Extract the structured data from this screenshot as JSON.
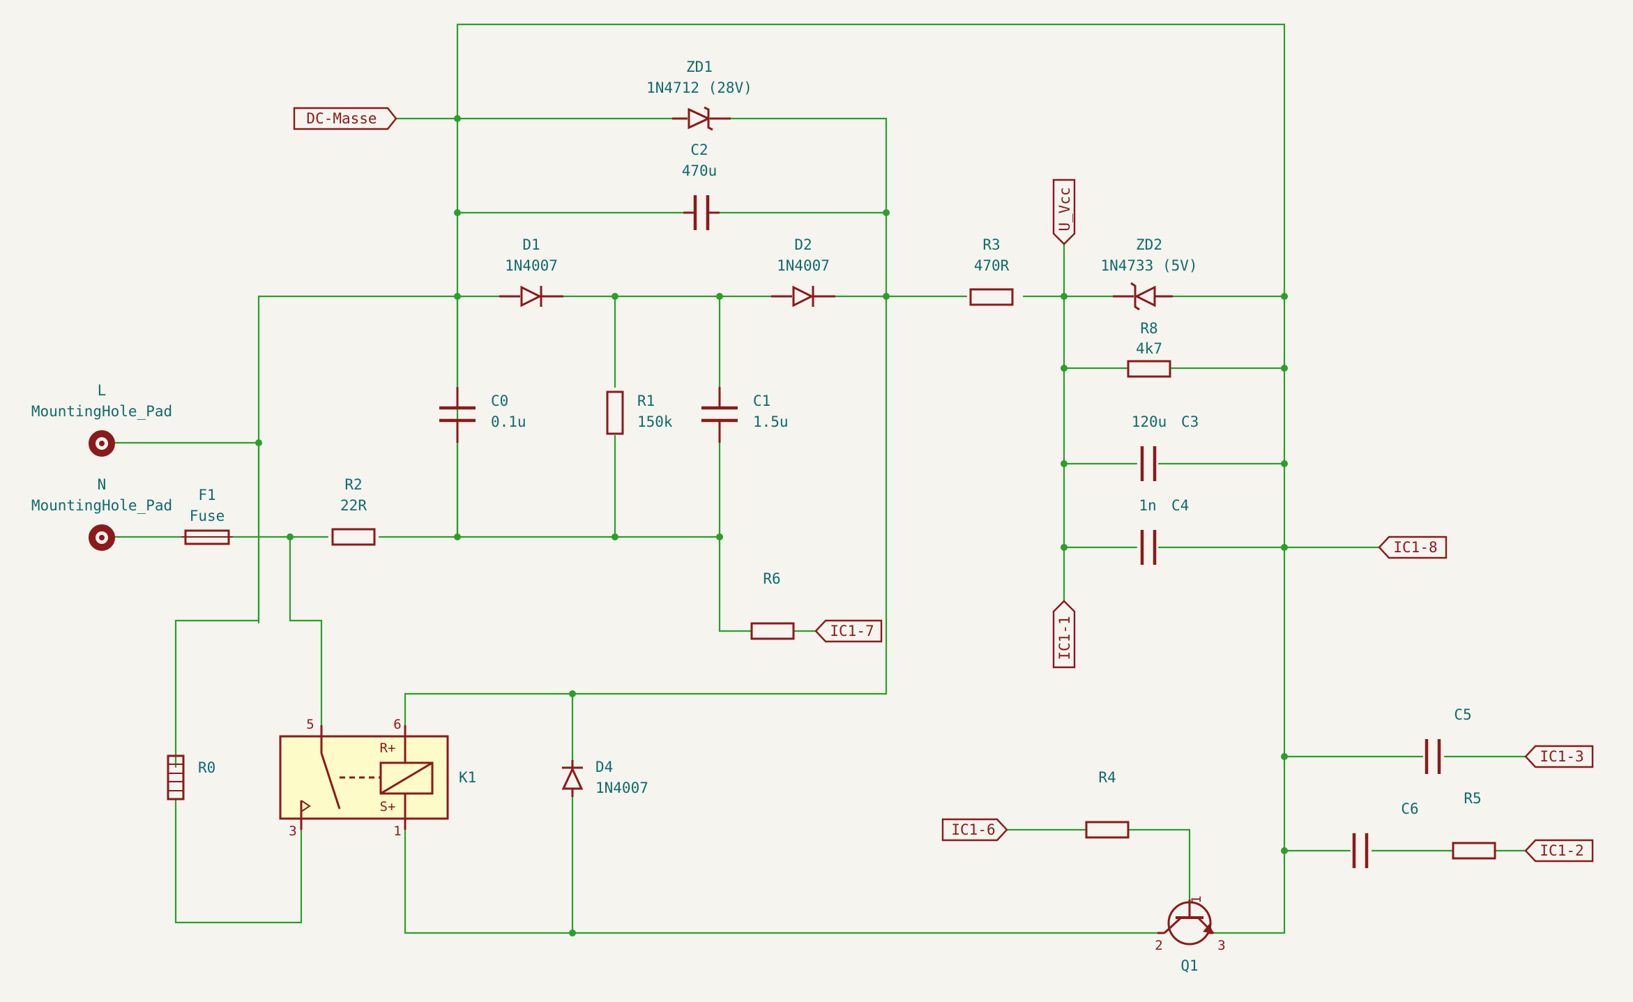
{
  "components": {
    "ZD1": {
      "ref": "ZD1",
      "value": "1N4712 (28V)"
    },
    "C2": {
      "ref": "C2",
      "value": "470u"
    },
    "D1": {
      "ref": "D1",
      "value": "1N4007"
    },
    "D2": {
      "ref": "D2",
      "value": "1N4007"
    },
    "R3": {
      "ref": "R3",
      "value": "470R"
    },
    "ZD2": {
      "ref": "ZD2",
      "value": "1N4733 (5V)"
    },
    "R8": {
      "ref": "R8",
      "value": "4k7"
    },
    "C3": {
      "ref": "C3",
      "value": "120u"
    },
    "C4": {
      "ref": "C4",
      "value": "1n"
    },
    "C0": {
      "ref": "C0",
      "value": "0.1u"
    },
    "R1": {
      "ref": "R1",
      "value": "150k"
    },
    "C1": {
      "ref": "C1",
      "value": "1.5u"
    },
    "L": {
      "ref": "L",
      "value": "MountingHole_Pad"
    },
    "N": {
      "ref": "N",
      "value": "MountingHole_Pad"
    },
    "F1": {
      "ref": "F1",
      "value": "Fuse"
    },
    "R2": {
      "ref": "R2",
      "value": "22R"
    },
    "R6": {
      "ref": "R6"
    },
    "R0": {
      "ref": "R0"
    },
    "K1": {
      "ref": "K1",
      "pin_rp": "R+",
      "pin_sp": "S+"
    },
    "D4": {
      "ref": "D4",
      "value": "1N4007"
    },
    "R4": {
      "ref": "R4"
    },
    "Q1": {
      "ref": "Q1"
    },
    "C5": {
      "ref": "C5"
    },
    "C6": {
      "ref": "C6"
    },
    "R5": {
      "ref": "R5"
    }
  },
  "pins": {
    "K1_5": "5",
    "K1_6": "6",
    "K1_3": "3",
    "K1_1": "1",
    "Q1_1": "1",
    "Q1_2": "2",
    "Q1_3": "3"
  },
  "net_labels": {
    "dc_masse": "DC-Masse",
    "u_vcc": "U_Vcc",
    "ic1_1": "IC1-1",
    "ic1_2": "IC1-2",
    "ic1_3": "IC1-3",
    "ic1_6": "IC1-6",
    "ic1_7": "IC1-7",
    "ic1_8": "IC1-8"
  },
  "colors": {
    "background": "#f5f4ef",
    "wire": "#2aa02a",
    "symbol": "#8b1a1a",
    "label": "#0f6b6b",
    "relay_fill": "#fdfbc8"
  }
}
